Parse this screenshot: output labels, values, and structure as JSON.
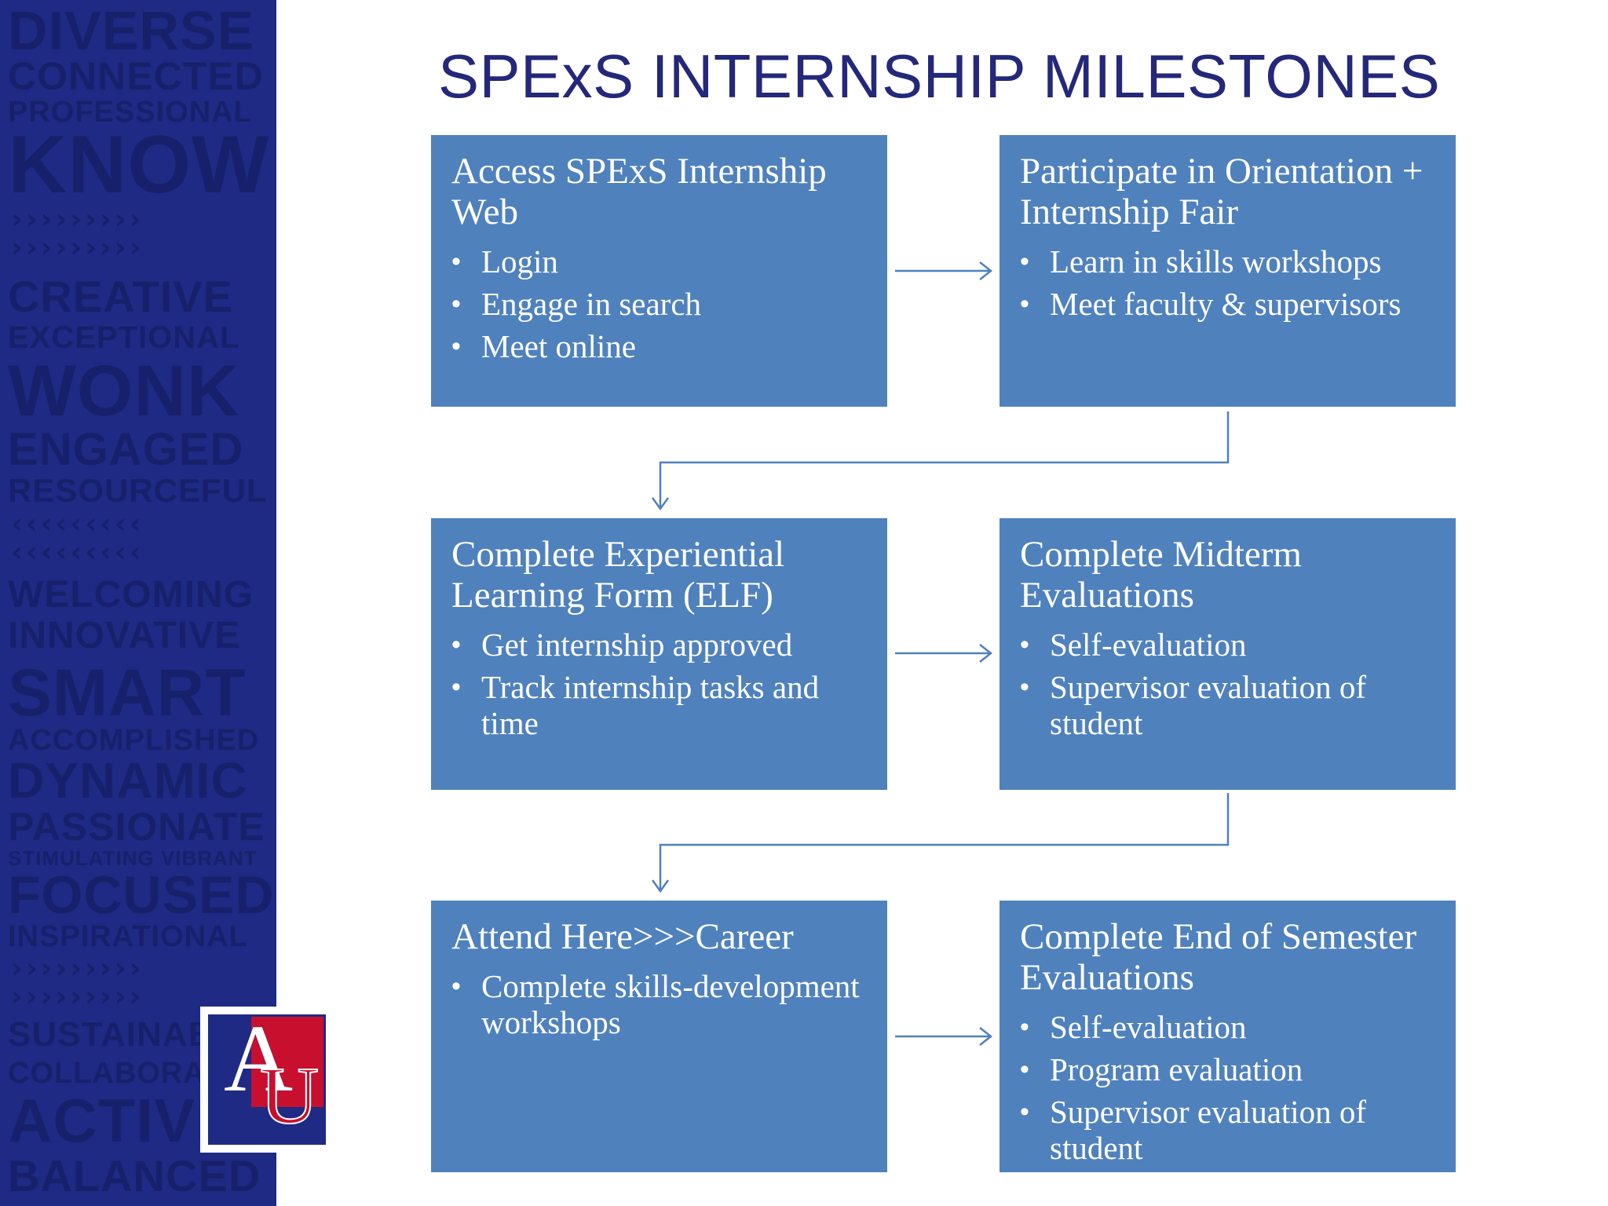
{
  "slide": {
    "title": "SPExS INTERNSHIP MILESTONES"
  },
  "side_panel": {
    "words": [
      "DIVERSE",
      "CONNECTED",
      "PROFESSIONAL",
      "KNOW",
      "CREATIVE",
      "EXCEPTIONAL",
      "WONK",
      "ENGAGED",
      "RESOURCEFUL",
      "WELCOMING",
      "INNOVATIVE",
      "SMART",
      "ACCOMPLISHED",
      "DYNAMIC",
      "PASSIONATE",
      "STIMULATING VIBRANT",
      "FOCUSED",
      "INSPIRATIONAL",
      "SUSTAINABLE",
      "COLLABORATIVE",
      "ACTIVE",
      "BALANCED"
    ]
  },
  "logo": {
    "letters": "AU"
  },
  "colors": {
    "box_fill": "#4f81bd",
    "title_text": "#24287a",
    "side_panel": "#1e2a84",
    "logo_red": "#c8102e",
    "connector": "#4f81bd"
  },
  "milestones": [
    {
      "title": "Access SPExS Internship Web",
      "items": [
        "Login",
        "Engage in search",
        "Meet online"
      ]
    },
    {
      "title": "Participate in Orientation + Internship Fair",
      "items": [
        "Learn in skills workshops",
        "Meet  faculty & supervisors"
      ]
    },
    {
      "title": "Complete Experiential Learning Form (ELF)",
      "items": [
        "Get internship approved",
        "Track internship tasks and time"
      ]
    },
    {
      "title": "Complete Midterm Evaluations",
      "items": [
        "Self-evaluation",
        "Supervisor evaluation of student"
      ]
    },
    {
      "title": "Attend  Here>>>Career",
      "items": [
        "Complete skills-development workshops"
      ]
    },
    {
      "title": "Complete End of Semester Evaluations",
      "items": [
        "Self-evaluation",
        "Program evaluation",
        "Supervisor evaluation of student"
      ]
    }
  ]
}
